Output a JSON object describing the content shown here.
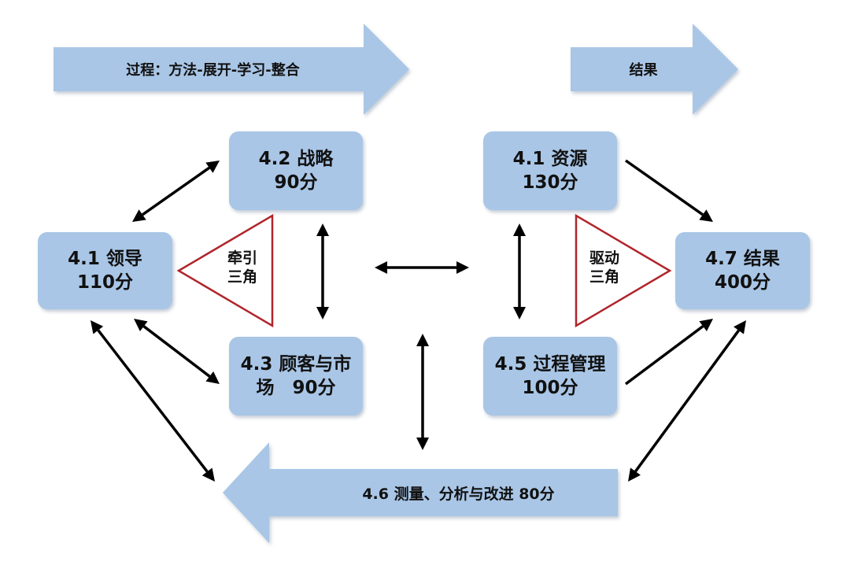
{
  "top_arrows": {
    "process": "过程：方法-展开-学习-整合",
    "result": "结果"
  },
  "boxes": {
    "leadership": {
      "line1": "4.1 领导",
      "line2": "110分"
    },
    "strategy": {
      "line1": "4.2 战略",
      "line2": "90分"
    },
    "customer": {
      "line1": "4.3 顾客与市",
      "line2": "场　90分"
    },
    "resources": {
      "line1": "4.1 资源",
      "line2": "130分"
    },
    "process_mgmt": {
      "line1": "4.5 过程管理",
      "line2": "100分"
    },
    "results": {
      "line1": "4.7 结果",
      "line2": "400分"
    }
  },
  "triangles": {
    "leading": {
      "line1": "牵引",
      "line2": "三角"
    },
    "driving": {
      "line1": "驱动",
      "line2": "三角"
    }
  },
  "bottom_arrow": {
    "label": "4.6  测量、分析与改进   80分"
  },
  "colors": {
    "box_fill": "#a9c6e6",
    "arrow_fill": "#a9c6e6",
    "triangle_stroke": "#b0252b",
    "connector": "#000000"
  }
}
